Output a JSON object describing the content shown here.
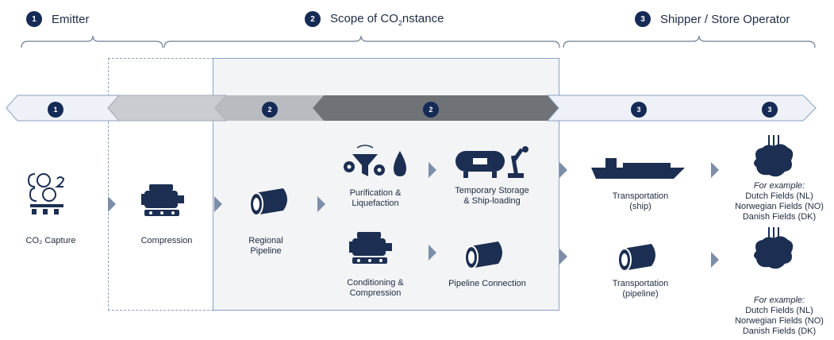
{
  "header": {
    "emitter": {
      "num": "1",
      "label": "Emitter"
    },
    "scope": {
      "num": "2",
      "label_pre": "Scope of CO",
      "label_sub": "2",
      "label_post": "nstance"
    },
    "shipper": {
      "num": "3",
      "label": "Shipper / Store Operator"
    }
  },
  "band": {
    "markers": [
      "1",
      "2",
      "2",
      "3",
      "3"
    ]
  },
  "steps": {
    "capture": "CO₂ Capture",
    "compression": "Compression",
    "regional_pipeline": [
      "Regional",
      "Pipeline"
    ],
    "purification": [
      "Purification &",
      "Liquefaction"
    ],
    "temp_storage": [
      "Temporary Storage",
      "& Ship-loading"
    ],
    "transport_ship": [
      "Transportation",
      "(ship)"
    ],
    "conditioning": [
      "Conditioning &",
      "Compression"
    ],
    "pipeline_connection": "Pipeline Connection",
    "transport_pipeline": [
      "Transportation",
      "(pipeline)"
    ],
    "storage_top": {
      "intro": "For example:",
      "lines": [
        "Dutch Fields (NL)",
        "Norwegian Fields (NO)",
        "Danish Fields (DK)"
      ]
    },
    "storage_bottom": {
      "intro": "For example:",
      "lines": [
        "Dutch Fields (NL)",
        "Norwegian Fields (NO)",
        "Danish Fields (DK)"
      ]
    }
  },
  "colors": {
    "navy": "#152a55",
    "icon": "#1c2f52",
    "band_light": "#eef2f8",
    "band_mid": "#c3c7cc",
    "band_dark": "#6f7276",
    "scope_box": "#f3f4f6",
    "scope_border": "#8aa0c4"
  },
  "icons": {
    "capture": "co2-capture-icon",
    "compression": "compressor-icon",
    "regional_pipeline": "pipe-icon",
    "purification": "filter-gear-droplet-icon",
    "temp_storage": "tank-robot-arm-icon",
    "transport_ship": "ship-icon",
    "conditioning": "compressor-icon",
    "pipeline_connection": "pipe-icon",
    "transport_pipeline": "pipe-icon",
    "storage": "reservoir-injection-icon"
  }
}
